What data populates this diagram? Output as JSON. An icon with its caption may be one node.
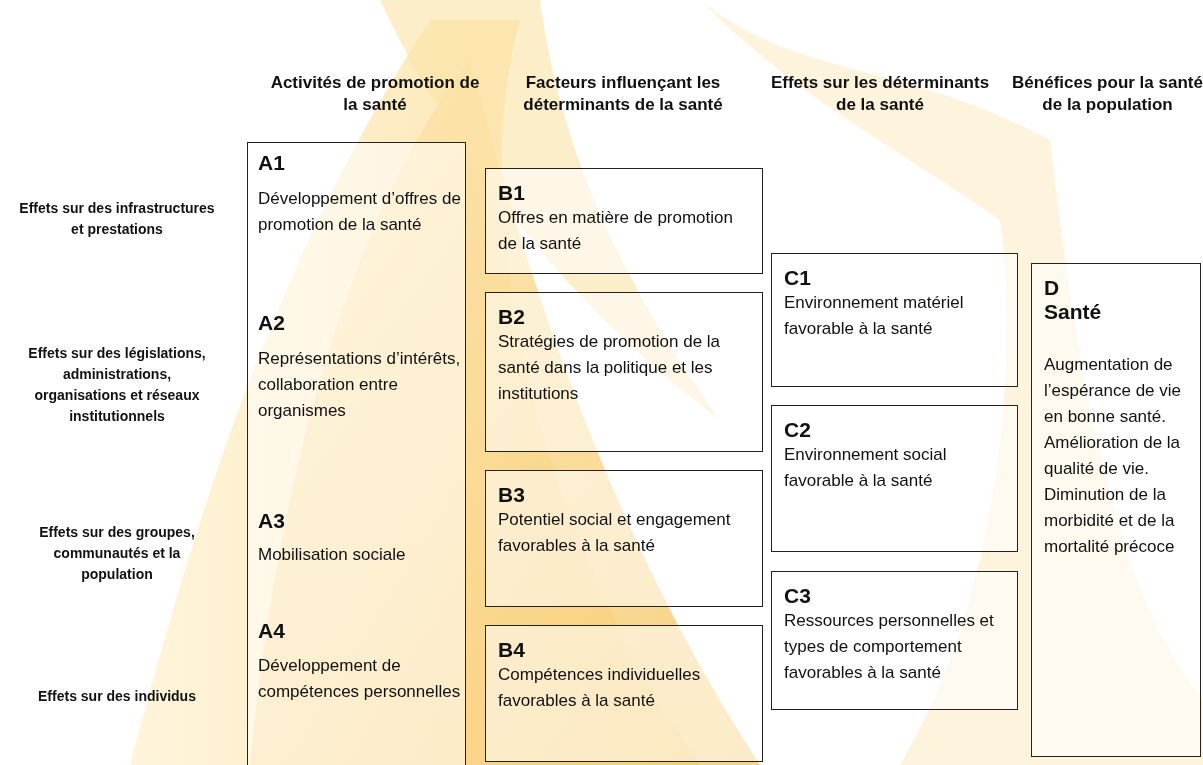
{
  "diagram": {
    "nodes": [
      {
        "text": [
          "A1",
          "Développement d’offres de promotion de la santé",
          "A2",
          "Représentations d’intérêts, collaboration entre organismes",
          "A3",
          "Mobilisation sociale",
          "A4",
          "Développement de compétences personnelles"
        ]
      },
      {
        "text": [
          "B1",
          "Offres en matière de promotion de la santé"
        ]
      },
      {
        "text": [
          "B2",
          "Stratégies de promotion de la santé dans la politique et les institutions"
        ]
      },
      {
        "text": [
          "B3",
          "Potentiel social et engagement favorables à la santé"
        ]
      },
      {
        "text": [
          "B4",
          "Compétences individuelles favorables à la santé"
        ]
      },
      {
        "text": [
          "C1",
          "Environnement matériel favorable à la santé"
        ]
      },
      {
        "text": [
          "C2",
          "Environnement social favorable à la santé"
        ]
      },
      {
        "text": [
          "C3",
          "Ressources personnelles et types de comportement favorables à la santé"
        ]
      },
      {
        "text": [
          "D",
          "Santé",
          "Augmentation de l’espérance de vie en bonne santé. Amélioration de la qualité de vie. Diminution de la morbidité et de la mortalité précoce"
        ]
      }
    ],
    "labels": [
      "Activités de promotion de la santé",
      "Facteurs influençant les déterminants de la santé",
      "Effets sur les déterminants de la santé",
      "Bénéfices pour la santé de la population",
      "Effets sur des infrastructures et prestations",
      "Effets sur des législations, administrations, organisations et réseaux institutionnels",
      "Effets sur des groupes, communautés et la population",
      "Effets sur des individus"
    ]
  }
}
